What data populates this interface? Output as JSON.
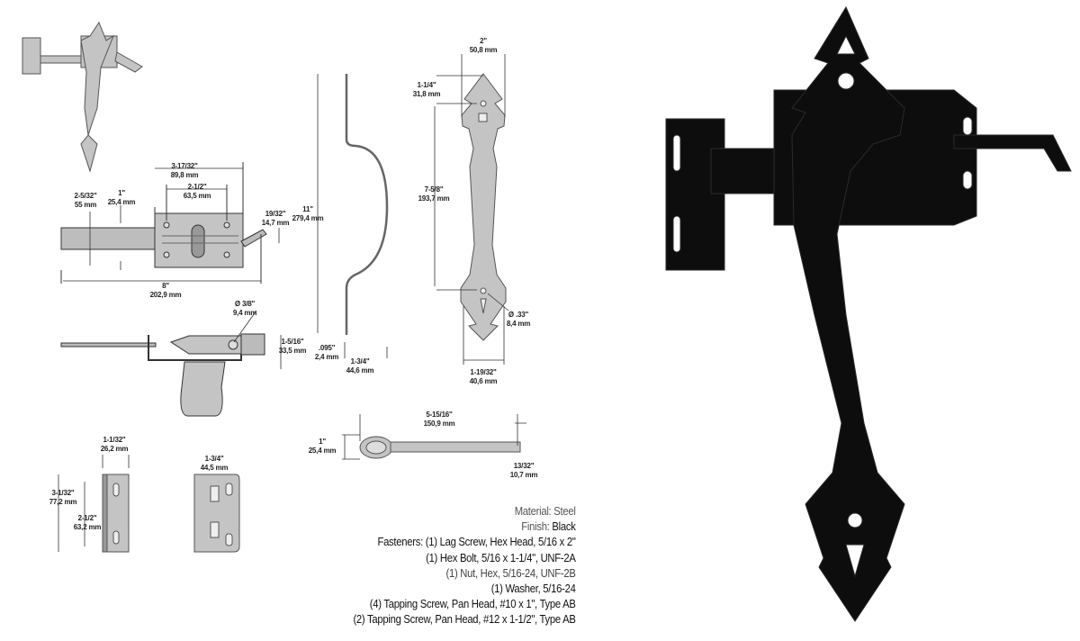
{
  "dimensions": {
    "latch_overall_width": {
      "in": "3-17/32\"",
      "mm": "89,8 mm"
    },
    "latch_hole_spacing": {
      "in": "2-1/2\"",
      "mm": "63,5 mm"
    },
    "latch_height": {
      "in": "2-5/32\"",
      "mm": "55 mm"
    },
    "latch_bar_offset": {
      "in": "1\"",
      "mm": "25,4 mm"
    },
    "latch_lift_height": {
      "in": "19/32\"",
      "mm": "14,7 mm"
    },
    "latch_total_length": {
      "in": "8\"",
      "mm": "202,9 mm"
    },
    "pin_diameter": {
      "in": "Ø 3/8\"",
      "mm": "9,4 mm"
    },
    "side_depth": {
      "in": "1-5/16\"",
      "mm": "33,5 mm"
    },
    "handle_length": {
      "in": "11\"",
      "mm": "279,4 mm"
    },
    "handle_thickness": {
      "in": ".095\"",
      "mm": "2,4 mm"
    },
    "handle_depth": {
      "in": "1-3/4\"",
      "mm": "44,6 mm"
    },
    "handle_top_width": {
      "in": "2\"",
      "mm": "50,8 mm"
    },
    "handle_top_hole": {
      "in": "1-1/4\"",
      "mm": "31,8 mm"
    },
    "handle_hole_spacing": {
      "in": "7-5/8\"",
      "mm": "193,7 mm"
    },
    "handle_hole_diameter": {
      "in": "Ø .33\"",
      "mm": "8,4 mm"
    },
    "handle_bottom_width": {
      "in": "1-19/32\"",
      "mm": "40,6 mm"
    },
    "thumb_lever_length": {
      "in": "5-15/16\"",
      "mm": "150,9 mm"
    },
    "thumb_lever_width": {
      "in": "1\"",
      "mm": "25,4 mm"
    },
    "thumb_lever_end": {
      "in": "13/32\"",
      "mm": "10,7 mm"
    },
    "keeper_width": {
      "in": "1-1/32\"",
      "mm": "26,2 mm"
    },
    "keeper_height": {
      "in": "3-1/32\"",
      "mm": "77,2 mm"
    },
    "keeper_hole_spacing": {
      "in": "2-1/2\"",
      "mm": "63,2 mm"
    },
    "keeper_front_width": {
      "in": "1-3/4\"",
      "mm": "44,5 mm"
    }
  },
  "specs": {
    "material_label": "Material:",
    "material_value": "Steel",
    "finish_label": "Finish:",
    "finish_value": "Black",
    "fasteners_label": "Fasteners:",
    "fasteners": [
      "(1) Lag Screw, Hex Head, 5/16 x 2\"",
      "(1) Hex Bolt, 5/16 x 1-1/4\", UNF-2A",
      "(1) Nut, Hex, 5/16-24, UNF-2B",
      "(1) Washer, 5/16-24",
      "(4) Tapping Screw, Pan Head, #10 x 1\", Type AB",
      "(2) Tapping Screw, Pan Head, #12 x 1-1/2\", Type AB"
    ]
  },
  "colors": {
    "part_gray": "#b9b9b9",
    "line": "#333333",
    "photo_black": "#0d0d0d"
  }
}
